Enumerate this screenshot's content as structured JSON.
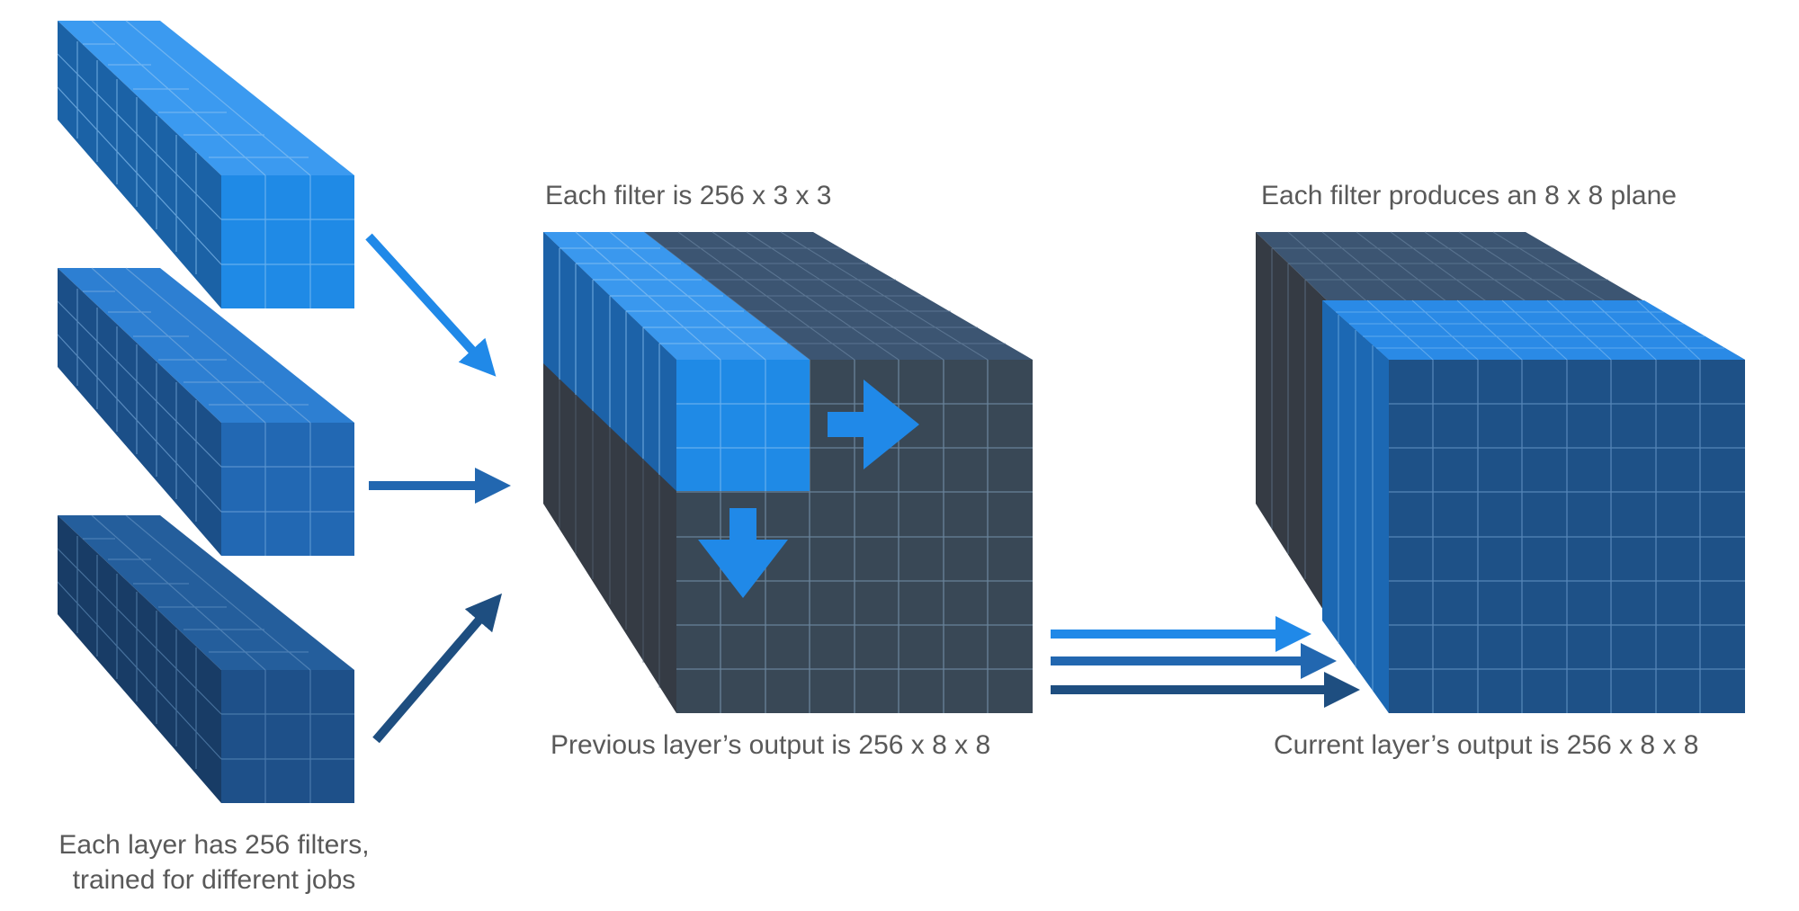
{
  "captions": {
    "filter_size": "Each filter is 256 x 3 x 3",
    "plane": "Each filter produces an 8 x 8 plane",
    "previous_output": "Previous layer’s output is 256 x 8 x 8",
    "current_output": "Current layer’s output is 256 x 8 x 8",
    "filters_line1": "Each layer has 256 filters,",
    "filters_line2": "trained for different jobs"
  },
  "colors": {
    "blue_bright": "#2089e8",
    "blue_mid": "#2267b0",
    "blue_dark": "#1e4e80",
    "slate": "#3a4a5a",
    "caption_text": "#595959"
  }
}
